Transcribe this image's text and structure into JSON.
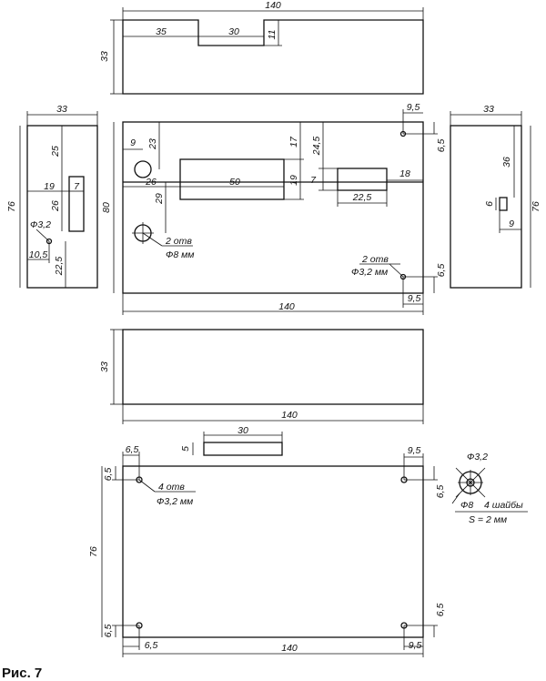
{
  "caption": "Рис. 7",
  "top_view": {
    "width": "140",
    "height": "33",
    "d35": "35",
    "d30": "30",
    "d11": "11"
  },
  "front_view": {
    "width": "140",
    "height": "80",
    "d9": "9",
    "d23": "23",
    "d26": "26",
    "d29": "29",
    "d50": "50",
    "d17": "17",
    "d19": "19",
    "d24_5": "24,5",
    "d7": "7",
    "d22_5": "22,5",
    "d18": "18",
    "d9_5_top": "9,5",
    "d6_5_top": "6,5",
    "d9_5_bottom": "9,5",
    "d6_5_bottom": "6,5",
    "note_holes8_a": "2 отв",
    "note_holes8_b": "Ф8 мм",
    "note_holes3_a": "2 отв",
    "note_holes3_b": "Ф3,2 мм"
  },
  "left_view": {
    "width": "33",
    "height": "76",
    "d25": "25",
    "d19": "19",
    "d7": "7",
    "d26": "26",
    "hole": "Ф3,2",
    "d10_5": "10,5",
    "d22_5": "22,5"
  },
  "right_view": {
    "width": "33",
    "height": "76",
    "d36": "36",
    "d6": "6",
    "d9": "9"
  },
  "bottom_view": {
    "width": "140",
    "height": "33"
  },
  "base_view": {
    "width": "140",
    "height": "76",
    "tab_len": "30",
    "tab_h": "5",
    "d6_5_tl_h": "6,5",
    "d6_5_tl_v": "6,5",
    "d9_5_tr": "9,5",
    "d6_5_tr": "6,5",
    "d6_5_bl_v": "6,5",
    "d6_5_bl_h": "6,5",
    "d9_5_br": "9,5",
    "d6_5_br": "6,5",
    "note_holes_a": "4 отв",
    "note_holes_b": "Ф3,2 мм",
    "washer_d_in": "Ф3,2",
    "washer_d_out": "Ф8",
    "washer_note": "4 шайбы",
    "washer_thick": "S = 2 мм"
  }
}
